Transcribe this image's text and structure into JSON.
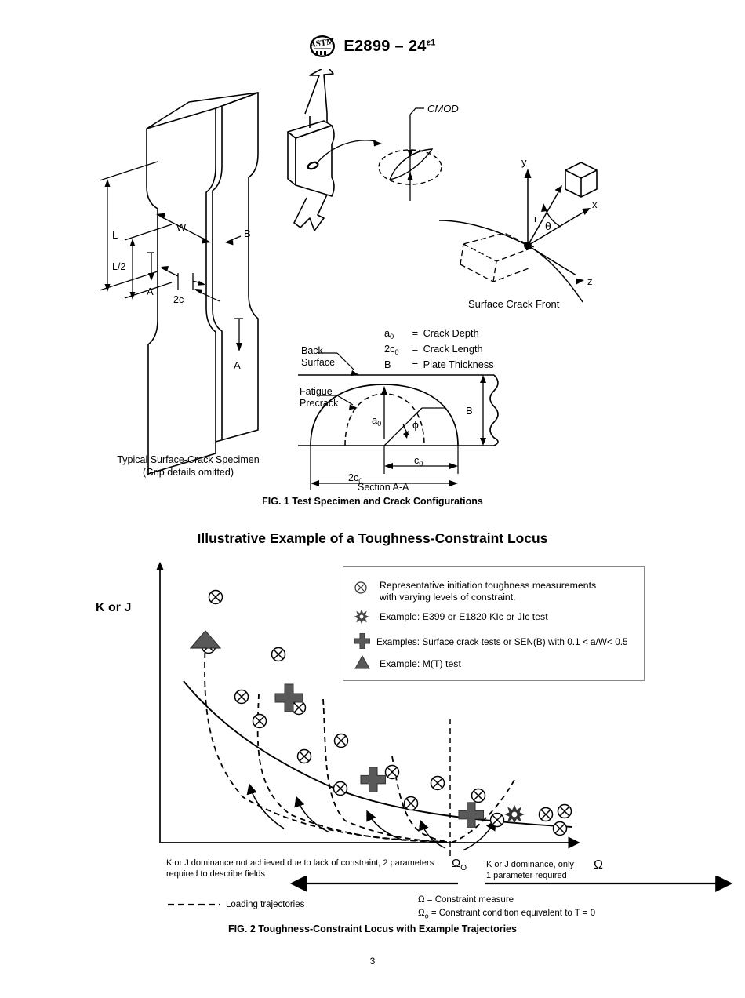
{
  "header": {
    "logo_icon": "astm-logo",
    "designation": "E2899 – 24",
    "revision_superscript": "ε1"
  },
  "figure1": {
    "caption": "FIG. 1 Test Specimen and Crack Configurations",
    "specimen": {
      "labels": {
        "L": "L",
        "L_half": "L/2",
        "W": "W",
        "B": "B",
        "two_c": "2c",
        "section_arrow_top": "A",
        "section_arrow_bottom": "A"
      },
      "caption_line1": "Typical Surface-Crack Specimen",
      "caption_line2": "(Grip details omitted)"
    },
    "cmod": {
      "label": "CMOD"
    },
    "coordinate_system": {
      "axis_x": "x",
      "axis_y": "y",
      "axis_z": "z",
      "radius": "r",
      "angle": "θ",
      "caption": "Surface Crack Front"
    },
    "section_aa": {
      "title": "Section A-A",
      "back_surface_line1": "Back",
      "back_surface_line2": "Surface",
      "fatigue_line1": "Fatigue",
      "fatigue_line2": "Precrack",
      "crack_depth_label": "a",
      "crack_depth_sub": "0",
      "phi": "ϕ",
      "thickness_label": "B",
      "c0_label": "c",
      "c0_sub": "0",
      "two_c0_label": "2c",
      "two_c0_sub": "0",
      "key": [
        {
          "symbol": "a",
          "symbol_sub": "0",
          "equals": "=",
          "text": "Crack Depth"
        },
        {
          "symbol": "2c",
          "symbol_sub": "0",
          "equals": "=",
          "text": "Crack Length"
        },
        {
          "symbol": "B",
          "symbol_sub": "",
          "equals": "=",
          "text": "Plate Thickness"
        }
      ]
    }
  },
  "figure2": {
    "title": "Illustrative Example of a Toughness-Constraint Locus",
    "caption": "FIG. 2 Toughness-Constraint Locus with Example Trajectories",
    "y_axis_label": "K or J",
    "x_axis_label": "Ω",
    "x_axis_marker_label": "Ω",
    "x_axis_marker_sub": "O",
    "legend": [
      {
        "icon": "circle-cross-icon",
        "line1": "Representative initiation toughness measurements",
        "line2": "with varying levels of constraint."
      },
      {
        "icon": "burst-star-icon",
        "line1": "Example: E399 or E1820 KIc or JIc test",
        "line2": ""
      },
      {
        "icon": "plus-cross-icon",
        "line1": "Examples: Surface crack tests or SEN(B) with 0.1 < a/W< 0.5",
        "line2": ""
      },
      {
        "icon": "triangle-icon",
        "line1": "Example: M(T) test",
        "line2": ""
      }
    ],
    "annotations": {
      "left_line1": "K or J dominance not achieved due to lack of constraint, 2 parameters",
      "left_line2": "required to describe fields",
      "right_line1": "K or J dominance, only",
      "right_line2": "1 parameter required",
      "trajectory_legend": "Loading trajectories",
      "omega_def": "Ω  = Constraint measure",
      "omega0_def_pre": "Ω",
      "omega0_def_sub": "o",
      "omega0_def": " = Constraint condition equivalent to T = 0"
    },
    "colors": {
      "marker_fill": "#595959",
      "line": "#000000",
      "legend_border": "#888888"
    }
  },
  "chart_data": {
    "type": "scatter",
    "title": "Illustrative Example of a Toughness-Constraint Locus",
    "xlabel": "Ω",
    "ylabel": "K or J",
    "grid": false,
    "legend_position": "top-right",
    "axis_ranges": {
      "xlim": [
        0,
        100
      ],
      "ylim": [
        0,
        100
      ]
    },
    "reference_marker": {
      "label": "Ωo",
      "x": 71,
      "note": "Constraint condition equivalent to T = 0"
    },
    "series": [
      {
        "name": "Representative initiation toughness measurements",
        "marker": "circle-cross-icon",
        "points": [
          [
            7,
            91
          ],
          [
            5,
            78
          ],
          [
            22,
            75
          ],
          [
            12,
            64
          ],
          [
            19,
            56
          ],
          [
            33,
            46
          ],
          [
            26,
            42
          ],
          [
            44,
            36
          ],
          [
            37,
            27
          ],
          [
            55,
            30
          ],
          [
            50,
            22
          ],
          [
            63,
            24
          ],
          [
            74,
            22
          ],
          [
            82,
            12
          ],
          [
            91,
            14
          ],
          [
            96,
            10
          ],
          [
            88,
            9
          ]
        ]
      },
      {
        "name": "Example: M(T) test",
        "marker": "triangle-icon",
        "points": [
          [
            9,
            83
          ]
        ]
      },
      {
        "name": "Examples: Surface crack tests or SEN(B) with 0.1 < a/W< 0.5",
        "marker": "plus-cross-icon",
        "points": [
          [
            19,
            62
          ],
          [
            40,
            25
          ],
          [
            57,
            18
          ]
        ]
      },
      {
        "name": "Example: E399 or E1820 KIc or JIc test",
        "marker": "burst-star-icon",
        "points": [
          [
            86,
            11
          ]
        ]
      }
    ],
    "locus_curve": {
      "name": "Toughness-constraint locus",
      "style": "solid",
      "points": [
        [
          0,
          70
        ],
        [
          10,
          55
        ],
        [
          22,
          44
        ],
        [
          36,
          33
        ],
        [
          52,
          24
        ],
        [
          70,
          17
        ],
        [
          85,
          13
        ],
        [
          100,
          11
        ]
      ]
    },
    "trajectories": {
      "name": "Loading trajectories",
      "style": "dashed",
      "count": 5
    }
  },
  "page": {
    "number": "3"
  }
}
